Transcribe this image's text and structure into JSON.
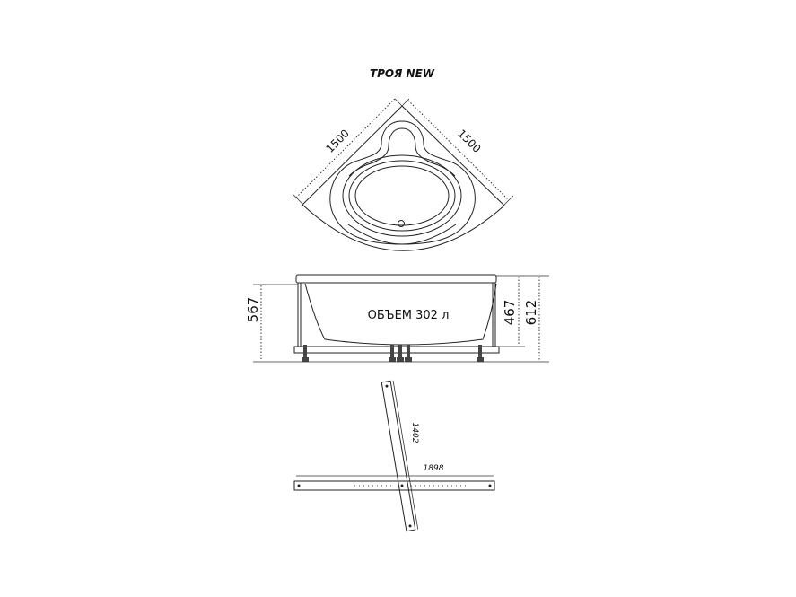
{
  "title": "ТРОЯ NEW",
  "top_view": {
    "dim_left": "1500",
    "dim_right": "1500"
  },
  "side_view": {
    "volume_label": "ОБЪЕМ 302 л",
    "dim_left": "567",
    "dim_inner": "467",
    "dim_total": "612"
  },
  "frame_view": {
    "dim_long": "1898",
    "dim_short": "1402"
  },
  "colors": {
    "line": "#222222",
    "background": "#ffffff"
  }
}
